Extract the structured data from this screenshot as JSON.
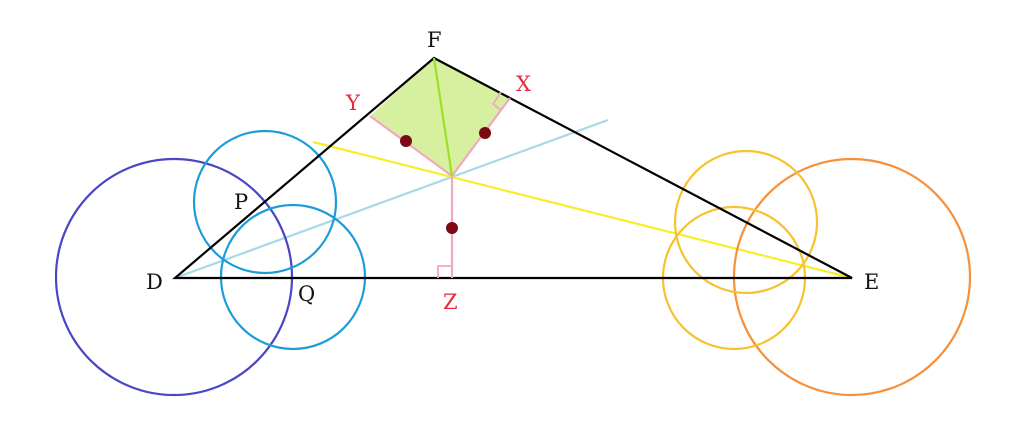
{
  "labels": {
    "F": "F",
    "D": "D",
    "E": "E",
    "X": "X",
    "Y": "Y",
    "Z": "Z",
    "P": "P",
    "Q": "Q"
  },
  "colors": {
    "triangle": "#000000",
    "kite_fill": "#d6f0a0",
    "bisector_green": "#9be024",
    "perpendiculars": "#f2a7c3",
    "dots": "#7a0a14",
    "bisector_blue": "#a9d8ea",
    "bisector_yellow": "#f7ee2a",
    "circle_D": "#4a46c4",
    "circles_cyan": "#1e9cd8",
    "circles_gold": "#f7c22b",
    "circle_orange": "#f7903a",
    "red_labels": "#e8283c"
  }
}
